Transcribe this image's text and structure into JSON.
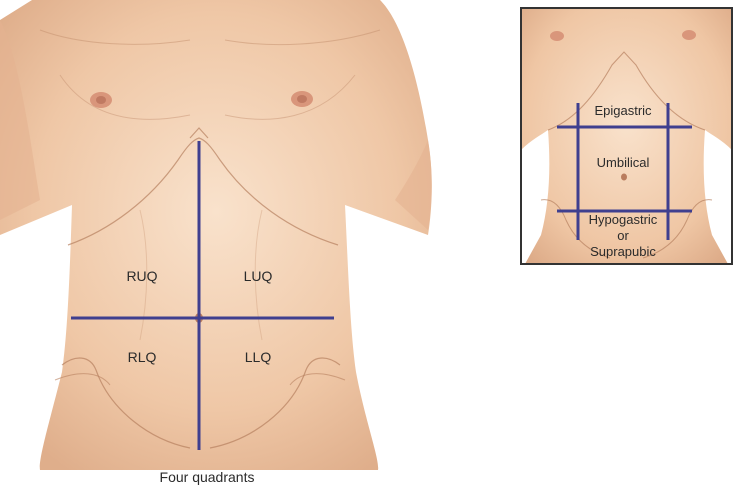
{
  "main_figure": {
    "caption": "Four quadrants",
    "quadrants": {
      "ruq": "RUQ",
      "luq": "LUQ",
      "rlq": "RLQ",
      "llq": "LLQ"
    }
  },
  "inset_figure": {
    "regions": {
      "epigastric": "Epigastric",
      "umbilical": "Umbilical",
      "hypogastric_line1": "Hypogastric",
      "hypogastric_line2": "or",
      "hypogastric_line3": "Suprapubic"
    }
  },
  "colors": {
    "skin_light": "#f7dcc3",
    "skin_mid": "#ecbf9c",
    "skin_shadow": "#d9a27e",
    "contour": "#b7805f",
    "nipple": "#c9826a",
    "grid_line": "#3f3f8f",
    "inset_border": "#333333"
  }
}
